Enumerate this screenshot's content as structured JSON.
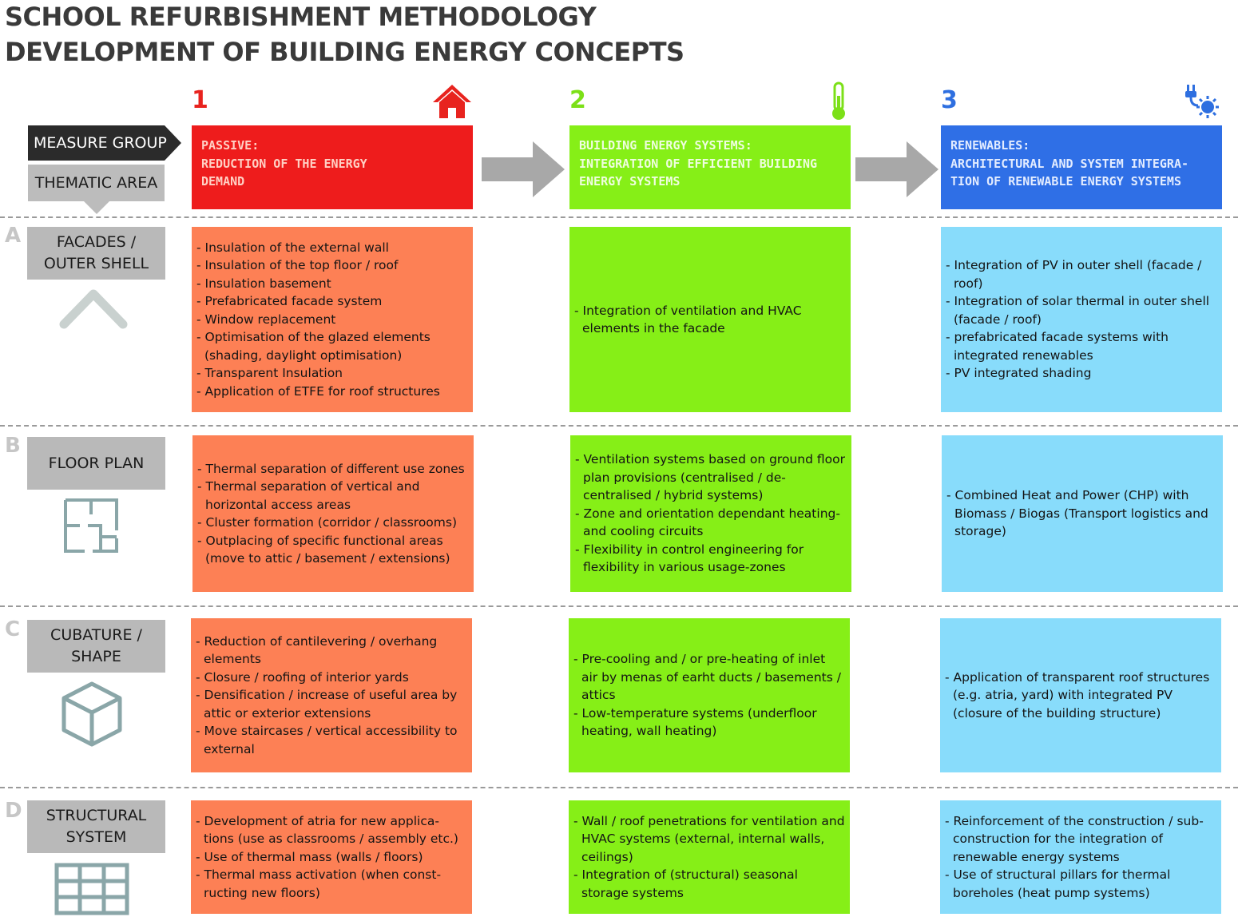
{
  "title": {
    "line1": "SCHOOL REFURBISHMENT METHODOLOGY",
    "line2": "DEVELOPMENT OF BUILDING ENERGY CONCEPTS"
  },
  "labels": {
    "measure_group": "MEASURE GROUP",
    "thematic_area": "THEMATIC AREA"
  },
  "columns": [
    {
      "number": "1",
      "number_color": "#e8231e",
      "icon": "house-icon",
      "header": "PASSIVE:\nREDUCTION OF THE ENERGY\nDEMAND"
    },
    {
      "number": "2",
      "number_color": "#7ce018",
      "icon": "thermometer-icon",
      "header": "BUILDING ENERGY SYSTEMS:\nINTEGRATION OF EFFICIENT BUILDING\nENERGY SYSTEMS"
    },
    {
      "number": "3",
      "number_color": "#2e6fe0",
      "icon": "plug-sun-icon",
      "header": "RENEWABLES:\nARCHITECTURAL AND SYSTEM INTEGRA-\nTION OF RENEWABLE ENERGY SYSTEMS"
    }
  ],
  "rows": [
    {
      "letter": "A",
      "area": "FACADES /\nOUTER SHELL",
      "icon": "roof-chevron-icon",
      "cells": [
        [
          "- Insulation of the external wall",
          "- Insulation of the top floor / roof",
          "- Insulation basement",
          "- Prefabricated facade system",
          "- Window replacement",
          "- Optimisation of the glazed elements (shading, daylight optimisation)",
          "- Transparent Insulation",
          "- Application of ETFE for roof structures"
        ],
        [
          "- Integration of ventilation and HVAC elements in the facade"
        ],
        [
          "- Integration of PV in outer shell (facade / roof)",
          "- Integration of solar thermal in outer shell (facade / roof)",
          "- prefabricated facade systems with integrated renewables",
          "- PV integrated shading"
        ]
      ]
    },
    {
      "letter": "B",
      "area": "FLOOR PLAN",
      "icon": "floor-plan-icon",
      "cells": [
        [
          "- Thermal separation of different use zones",
          "- Thermal separation of vertical and horizontal access areas",
          "- Cluster formation (corridor / classrooms)",
          "- Outplacing of specific functional areas (move to attic / basement / extensions)"
        ],
        [
          "- Ventilation systems based on ground floor plan provisions (centralised / de-centralised / hybrid systems)",
          "- Zone and orientation dependant heating- and cooling circuits",
          "- Flexibility in control engineering for flexibility in various usage-zones"
        ],
        [
          "- Combined Heat and Power (CHP) with Biomass / Biogas (Transport logistics and storage)"
        ]
      ]
    },
    {
      "letter": "C",
      "area": "CUBATURE /\nSHAPE",
      "icon": "cube-icon",
      "cells": [
        [
          "- Reduction of cantilevering / overhang elements",
          "- Closure / roofing of interior yards",
          "- Densification / increase of useful area by attic or exterior extensions",
          "- Move staircases / vertical accessibility to external"
        ],
        [
          "- Pre-cooling and / or pre-heating of inlet air by menas of earht ducts / basements / attics",
          "- Low-temperature systems (underfloor heating, wall heating)"
        ],
        [
          "- Application of transparent roof structures (e.g. atria, yard) with integrated PV (closure of the building structure)"
        ]
      ]
    },
    {
      "letter": "D",
      "area": "STRUCTURAL\nSYSTEM",
      "icon": "grid-structure-icon",
      "cells": [
        [
          "- Development of atria for new applica- tions (use as classrooms / assembly etc.)",
          "- Use of thermal mass (walls / floors)",
          "- Thermal mass activation (when const- ructing new floors)"
        ],
        [
          "- Wall / roof penetrations for ventilation and HVAC systems (external, internal walls, ceilings)",
          "- Integration of (structural) seasonal storage systems"
        ],
        [
          "- Reinforcement of the construction / sub-construction for the integration of renewable energy systems",
          "- Use of structural pillars for thermal boreholes (heat pump systems)"
        ]
      ]
    }
  ]
}
